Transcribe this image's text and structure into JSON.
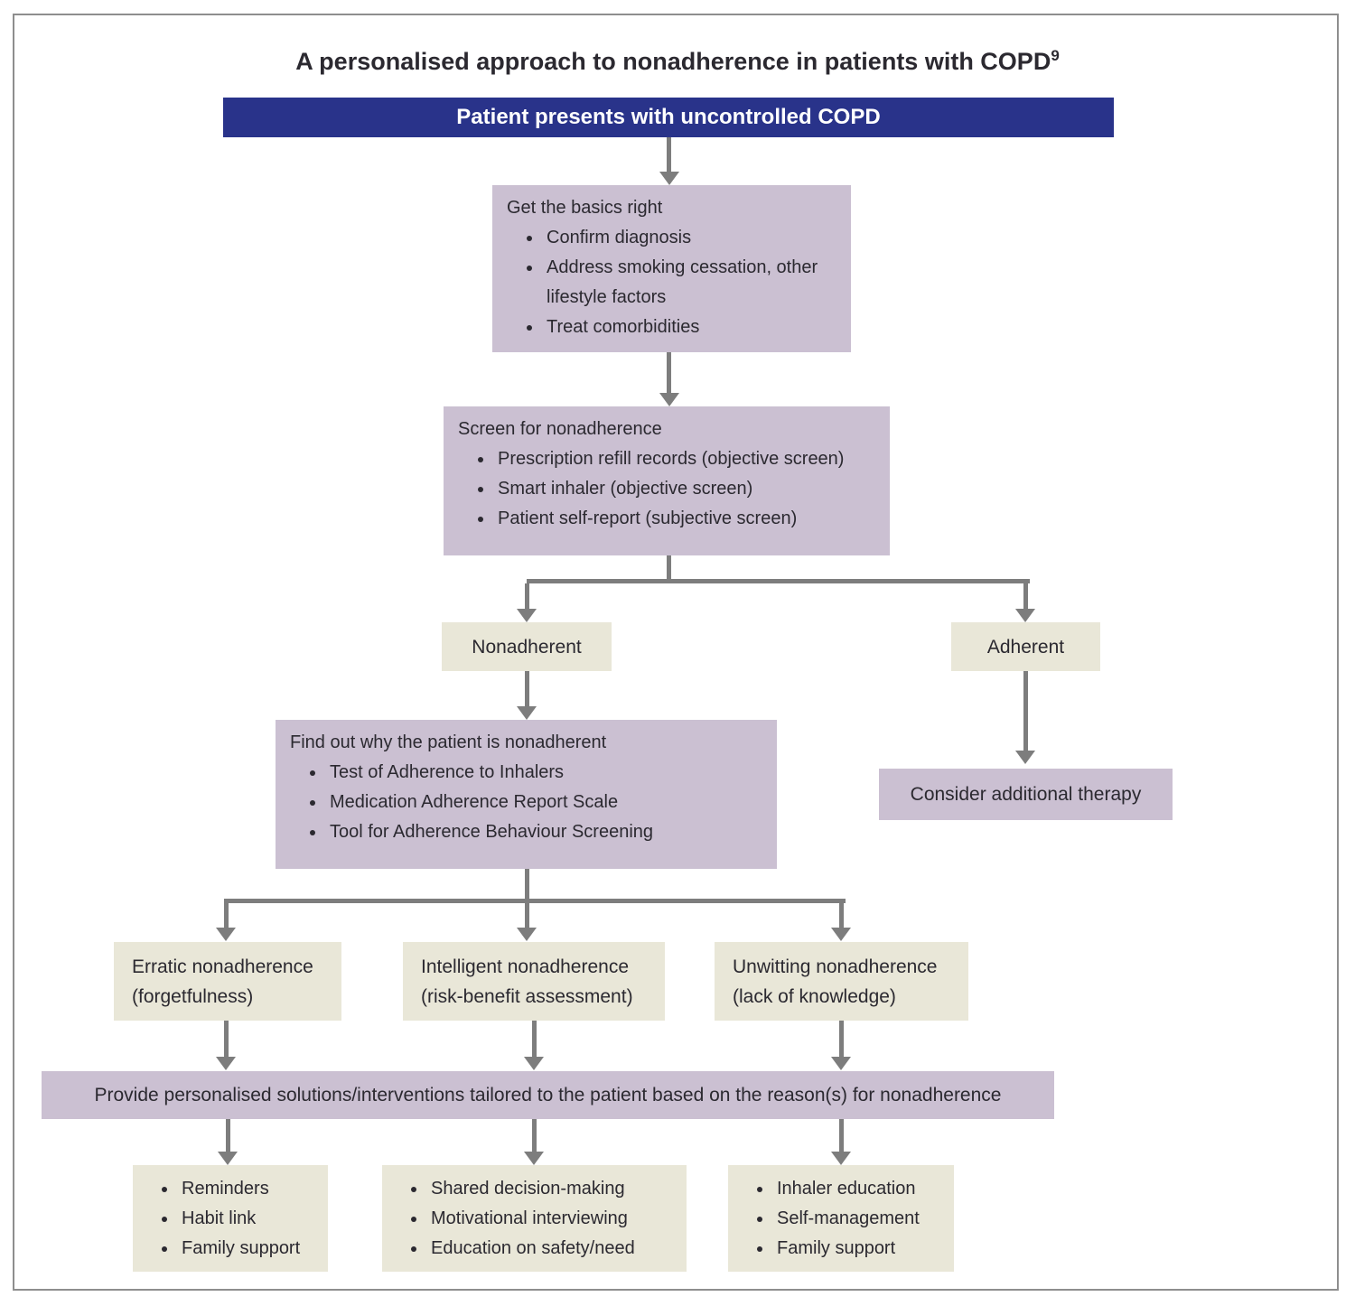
{
  "title": {
    "text": "A personalised approach to nonadherence in patients with COPD",
    "reference_mark": "9"
  },
  "flow": {
    "start": {
      "label": "Patient presents with uncontrolled COPD"
    },
    "basics": {
      "heading": "Get the basics right",
      "bullets": [
        "Confirm diagnosis",
        "Address smoking cessation, other lifestyle factors",
        "Treat comorbidities"
      ]
    },
    "screen": {
      "heading": "Screen for nonadherence",
      "bullets": [
        "Prescription refill records (objective screen)",
        "Smart inhaler (objective screen)",
        "Patient self-report (subjective screen)"
      ]
    },
    "branch_screen": {
      "nonadherent": "Nonadherent",
      "adherent": "Adherent"
    },
    "find_out_why": {
      "heading": "Find out why the patient is nonadherent",
      "bullets": [
        "Test of Adherence to Inhalers",
        "Medication Adherence Report Scale",
        "Tool for Adherence Behaviour Screening"
      ]
    },
    "adherent_path": {
      "label": "Consider additional therapy"
    },
    "reasons": [
      {
        "title": "Erratic nonadherence",
        "subtitle": "(forgetfulness)"
      },
      {
        "title": "Intelligent nonadherence",
        "subtitle": "(risk-benefit assessment)"
      },
      {
        "title": "Unwitting nonadherence",
        "subtitle": "(lack of knowledge)"
      }
    ],
    "provide": {
      "label": "Provide personalised solutions/interventions tailored to the patient based on the reason(s) for nonadherence"
    },
    "solutions": [
      {
        "bullets": [
          "Reminders",
          "Habit link",
          "Family support"
        ]
      },
      {
        "bullets": [
          "Shared decision-making",
          "Motivational interviewing",
          "Education on safety/need"
        ]
      },
      {
        "bullets": [
          "Inhaler education",
          "Self-management",
          "Family support"
        ]
      }
    ]
  },
  "colors": {
    "header_blue": "#29338a",
    "box_purple": "#cbc0d2",
    "box_cream": "#e9e7d8",
    "arrow_gray": "#7d7d7d",
    "text": "#2b2930",
    "frame_border": "#8e8e8e"
  }
}
